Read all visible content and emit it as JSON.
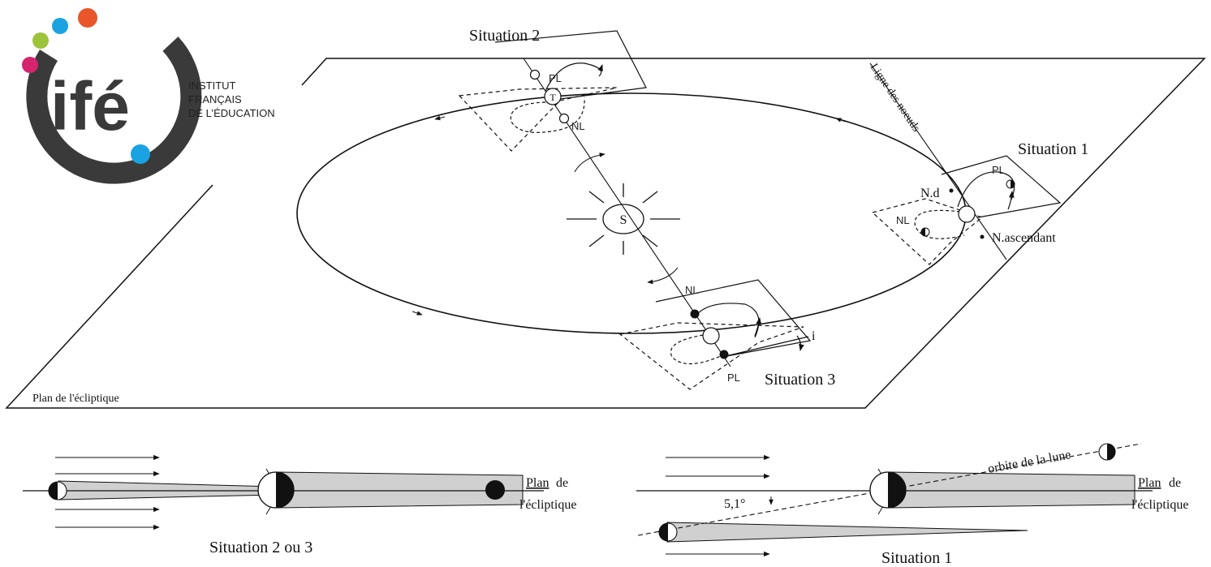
{
  "logo": {
    "wordmark": "ifé",
    "line1": "INSTITUT",
    "line2": "FRANÇAIS",
    "line3": "DE L’ÉDUCATION",
    "colors": {
      "ring": "#3a3a3a",
      "accent": "#1aa3e0",
      "orange": "#e8562a",
      "green": "#9cc33a",
      "magenta": "#d6246e"
    }
  },
  "diagram": {
    "plane_label": "Plan de l'écliptique",
    "sun_label": "S",
    "earth_label": "T",
    "nodes_line_label": "Ligne des noeuds",
    "situation1": {
      "title": "Situation 1",
      "pl": "PL",
      "nl": "NL",
      "nd": "N.d",
      "na": "N.ascendant"
    },
    "situation2": {
      "title": "Situation 2",
      "pl": "PL",
      "nl": "NL"
    },
    "situation3": {
      "title": "Situation 3",
      "pl": "PL",
      "nl": "NL",
      "angle": "i"
    }
  },
  "bottom_left": {
    "title": "Situation 2 ou 3",
    "plane_word": "Plan",
    "plane_de": "de",
    "plane_line2": "l'écliptique"
  },
  "bottom_right": {
    "title": "Situation 1",
    "orbit_label": "orbite de la lune",
    "angle_label": "5,1°",
    "plane_word": "Plan",
    "plane_de": "de",
    "plane_line2": "l'écliptique"
  }
}
